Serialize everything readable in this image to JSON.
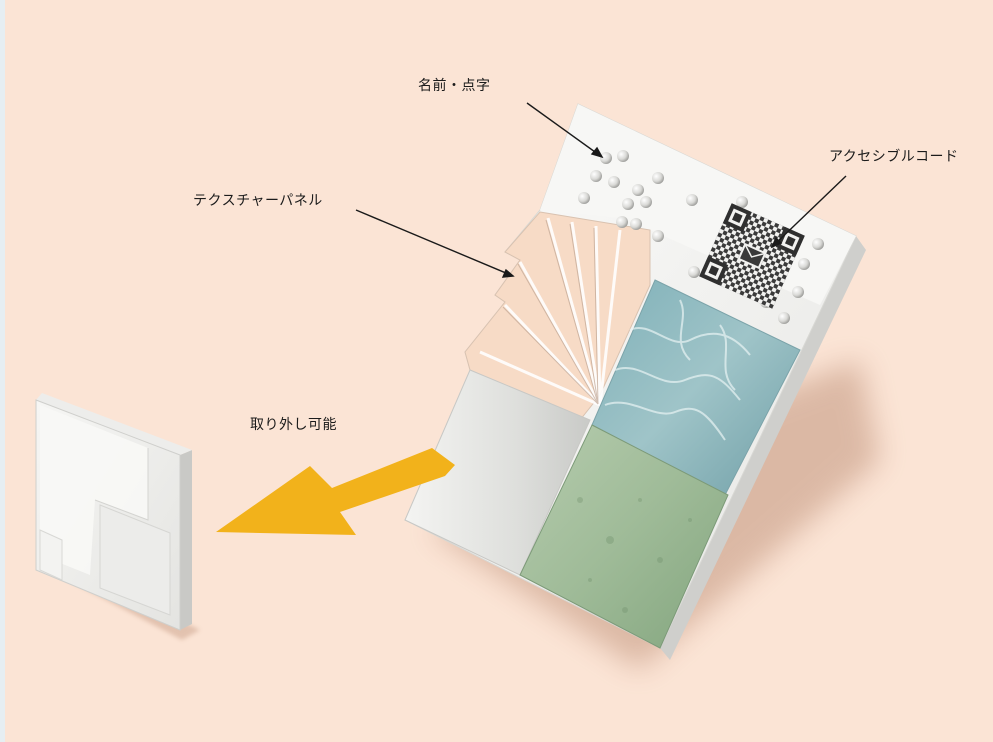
{
  "labels": {
    "name_braille": "名前・点字",
    "texture_panel": "テクスチャーパネル",
    "accessible_code": "アクセシブルコード",
    "removable": "取り外し可能"
  },
  "colors": {
    "background": "#fbe4d5",
    "arrow": "#f2b21b",
    "panel_white": "#f1f1ef",
    "water_tile": "#8fb8bf",
    "stone_tile": "#a7c2a0"
  },
  "icons": {
    "code": "qr-code-icon",
    "code_center": "envelope-icon",
    "removal_direction": "arrow-left-icon"
  }
}
